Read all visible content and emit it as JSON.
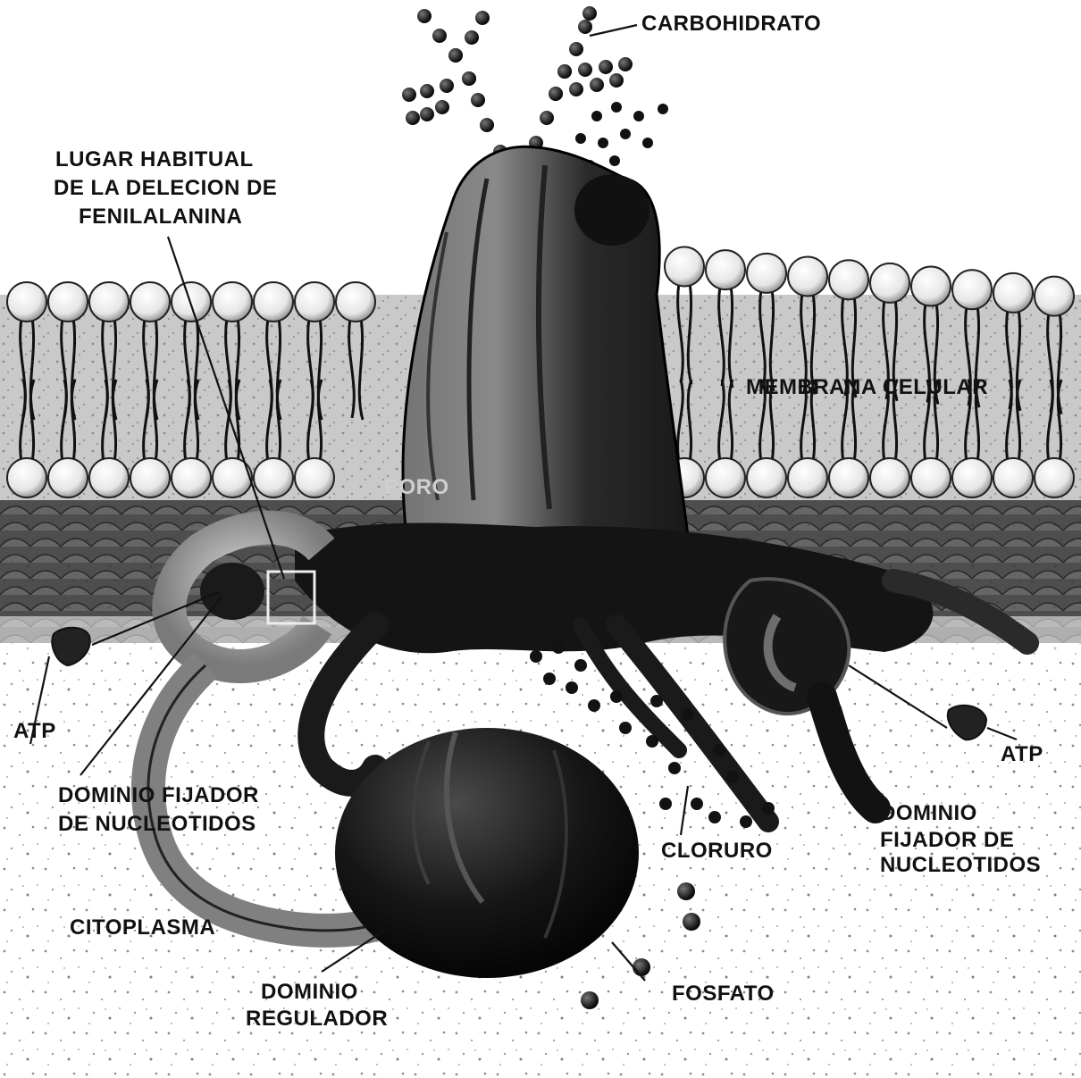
{
  "labels": {
    "carbohidrato": "CARBOHIDRATO",
    "lugar_line1": "LUGAR HABITUAL",
    "lugar_line2": "DE LA DELECION DE",
    "lugar_line3": "FENILALANINA",
    "membrana": "MEMBRANA CELULAR",
    "poro": "PORO",
    "atp_left": "ATP",
    "atp_right": "ATP",
    "dominio_left_line1": "DOMINIO FIJADOR",
    "dominio_left_line2": "DE NUCLEOTIDOS",
    "dominio_right_line1": "DOMINIO",
    "dominio_right_line2": "FIJADOR DE",
    "dominio_right_line3": "NUCLEOTIDOS",
    "cloruro": "CLORURO",
    "citoplasma": "CITOPLASMA",
    "regulador_line1": "DOMINIO",
    "regulador_line2": "REGULADOR",
    "fosfato": "FOSFATO"
  },
  "colors": {
    "protein": "#1b1b1b",
    "lipid_head": "#f2f2f2",
    "membrane_core": "#bdbdbd",
    "cytoplasm_stipple": "#9a9a9a",
    "label": "#111111"
  }
}
